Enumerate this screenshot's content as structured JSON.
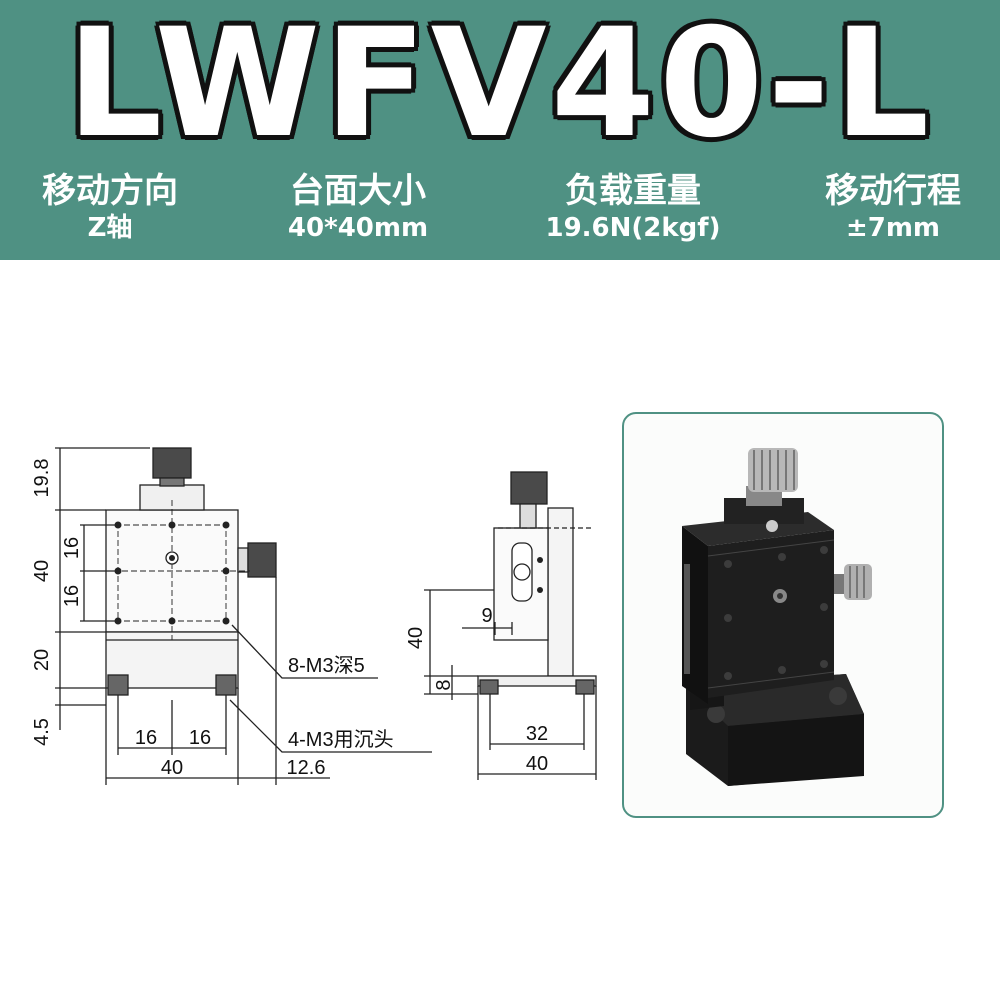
{
  "title": "LWFV40-L",
  "specs": [
    {
      "label": "移动方向",
      "value": "Z轴"
    },
    {
      "label": "台面大小",
      "value": "40*40mm"
    },
    {
      "label": "负载重量",
      "value": "19.6N(2kgf)"
    },
    {
      "label": "移动行程",
      "value": "±7mm"
    }
  ],
  "front_view": {
    "dim_top": "19.8",
    "dim_40": "40",
    "dim_16a": "16",
    "dim_16b": "16",
    "dim_20": "20",
    "dim_45": "4.5",
    "dim_bottom_16a": "16",
    "dim_bottom_16b": "16",
    "dim_bottom_40": "40",
    "dim_126": "12.6",
    "callout_holes": "8-M3深5",
    "callout_base": "4-M3用沉头"
  },
  "side_view": {
    "dim_9": "9",
    "dim_40": "40",
    "dim_8": "8",
    "dim_32": "32",
    "dim_40b": "40"
  },
  "colors": {
    "header_bg": "#4f9183",
    "frame_border": "#4f9183",
    "title_fill": "#ffffff"
  }
}
